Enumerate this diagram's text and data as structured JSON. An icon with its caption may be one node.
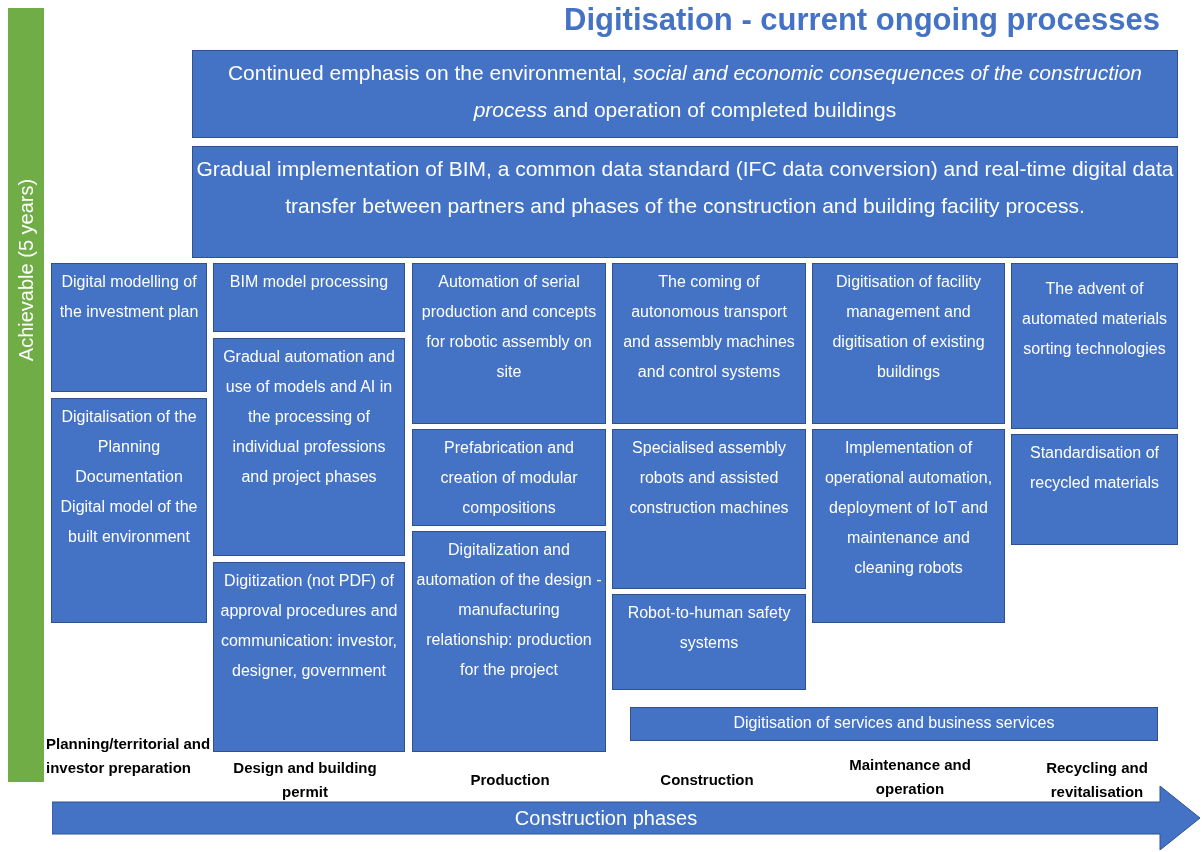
{
  "diagram": {
    "title": "Digitisation - current ongoing processes",
    "nodes": [
      {
        "text": [
          "Continued emphasis on the environmental, *social and economic consequences of the construction process* and operation of completed buildings"
        ]
      },
      {
        "text": [
          "Gradual implementation of BIM, a common data standard (IFC data conversion) and real-time digital data transfer between partners and phases of the construction and building facility process."
        ]
      },
      {
        "text": [
          "Digital modelling of the investment plan"
        ]
      },
      {
        "text": [
          "Digitalisation of the Planning Documentation",
          "Digital model of the built environment"
        ]
      },
      {
        "text": [
          "BIM model processing"
        ]
      },
      {
        "text": [
          "Gradual automation and use of models and AI in the processing of individual professions and project phases"
        ]
      },
      {
        "text": [
          "Digitization (not PDF) of approval procedures and communication: investor, designer, government"
        ]
      },
      {
        "text": [
          "Automation of serial production and concepts for robotic assembly on site"
        ]
      },
      {
        "text": [
          "Prefabrication and creation of modular compositions"
        ]
      },
      {
        "text": [
          "Digitalization and automation of the design - manufacturing relationship: production for the project"
        ]
      },
      {
        "text": [
          "The coming of autonomous transport and assembly machines and control systems"
        ]
      },
      {
        "text": [
          "Specialised assembly robots and assisted construction machines"
        ]
      },
      {
        "text": [
          "Robot-to-human safety systems"
        ]
      },
      {
        "text": [
          "Digitisation of facility management and digitisation of existing buildings"
        ]
      },
      {
        "text": [
          "Implementation of operational automation, deployment of IoT and maintenance and cleaning robots"
        ]
      },
      {
        "text": [
          "The advent of automated materials sorting technologies"
        ]
      },
      {
        "text": [
          "Standardisation of recycled materials"
        ]
      },
      {
        "text": [
          "Digitisation of services and business services"
        ]
      },
      {
        "text": [
          "Achievable (5 years)"
        ]
      },
      {
        "text": [
          "Construction phases"
        ]
      }
    ],
    "labels": [
      "Planning/territorial and investor preparation",
      "Design and building permit",
      "Production",
      "Construction",
      "Maintenance and operation",
      "Recycling and revitalisation"
    ]
  }
}
